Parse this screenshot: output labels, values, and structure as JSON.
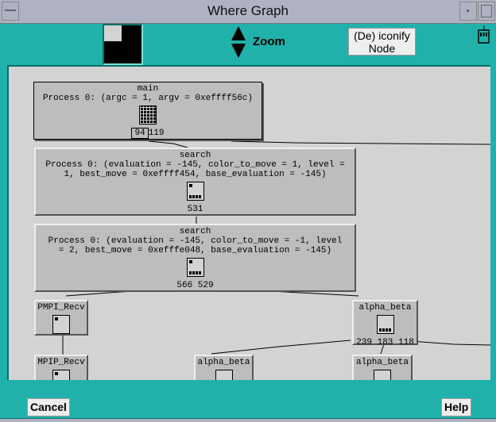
{
  "window": {
    "title": "Where Graph"
  },
  "toolbar": {
    "zoom_label": "Zoom",
    "iconify_label_1": "(De) iconify",
    "iconify_label_2": "Node"
  },
  "nodes": {
    "main": {
      "name": "main",
      "args": "Process 0: (argc = 1, argv = 0xeffff56c)",
      "counts": [
        "94",
        "119"
      ]
    },
    "search1": {
      "name": "search",
      "args_1": "Process 0: (evaluation = -145, color_to_move = 1, level =",
      "args_2": "1, best_move = 0xeffff454, base_evaluation = -145)",
      "counts": "531"
    },
    "search2": {
      "name": "search",
      "args_1": "Process 0: (evaluation = -145, color_to_move = -1, level",
      "args_2": "= 2, best_move = 0xefffe048, base_evaluation = -145)",
      "counts": "566 529"
    },
    "pmpi_recv": {
      "name": "PMPI_Recv"
    },
    "alpha_beta1": {
      "name": "alpha_beta",
      "counts": "239 183 118"
    },
    "mpip_recv": {
      "name": "MPIP_Recv"
    },
    "alpha_beta2": {
      "name": "alpha_beta"
    },
    "alpha_beta3": {
      "name": "alpha_beta"
    }
  },
  "buttons": {
    "cancel": "Cancel",
    "help": "Help"
  }
}
